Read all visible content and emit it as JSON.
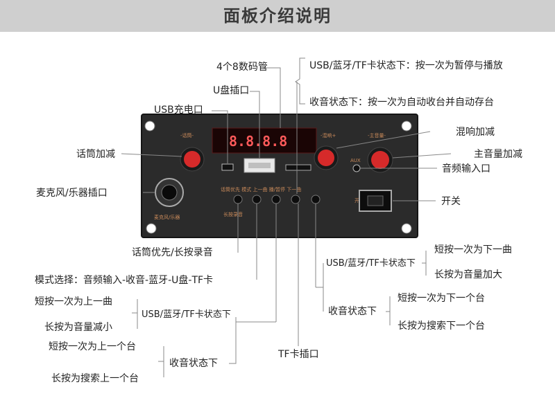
{
  "header": {
    "title": "面板介绍说明"
  },
  "labels": {
    "display": "4个8数码管",
    "u_disk": "U盘插口",
    "usb_charge": "USB充电口",
    "mic_volume": "话筒加减",
    "mic_jack": "麦克风/乐器插口",
    "play_usb_state": "USB/蓝牙/TF卡状态下：按一次为暂停与播放",
    "play_radio_state": "收音状态下：按一次为自动收台并自动存台",
    "reverb": "混响加减",
    "master_volume": "主音量加减",
    "aux_in": "音频输入口",
    "power": "开关",
    "mic_priority": "话筒优先/长按录音",
    "mode_select": "模式选择：音频输入-收音-蓝牙-U盘-TF卡",
    "tf_slot": "TF卡插口",
    "prev_short": "短按一次为上一曲",
    "prev_long": "长按为音量减小",
    "prev_usb_state": "USB/蓝牙/TF卡状态下",
    "prev_radio_short": "短按一次为上一个台",
    "prev_radio_long": "长按为搜索上一个台",
    "prev_radio_state": "收音状态下",
    "next_usb_state": "USB/蓝牙/TF卡状态下",
    "next_short": "短按一次为下一曲",
    "next_long": "长按为音量加大",
    "next_radio_state": "收音状态下",
    "next_radio_short": "短按一次为下一个台",
    "next_radio_long": "长按为搜索下一个台"
  },
  "panel": {
    "display_text": "8.8.8.8",
    "silk_mic": "-话筒-",
    "silk_echo": "-混响+",
    "silk_master": "-主音量-",
    "silk_aux": "AUX",
    "silk_on": "开",
    "silk_mic_jack": "麦克风/乐器",
    "silk_buttons": "话筒优先  模式  上一曲  播/暂停  下一曲",
    "silk_buttons2": "长按录音"
  },
  "colors": {
    "panel": "#2b2b2b",
    "knob": "#d62a2a",
    "leader": "#888888",
    "header": "#cfcfcf"
  }
}
